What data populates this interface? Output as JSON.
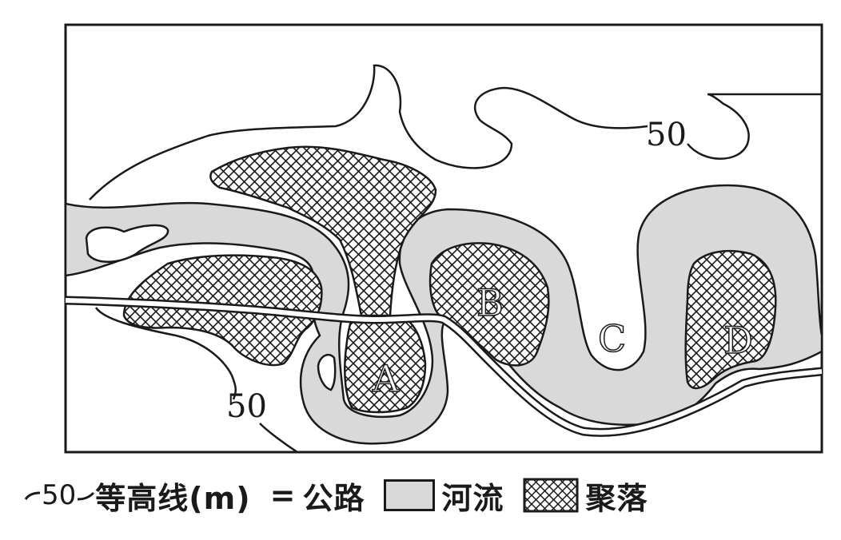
{
  "map": {
    "contour_labels": [
      "50",
      "50"
    ],
    "place_labels": [
      "A",
      "B",
      "C",
      "D"
    ]
  },
  "legend": {
    "contour_value": "50",
    "contour_label": "等高线(m)",
    "road_symbol": "=",
    "road_label": "公路",
    "river_label": "河流",
    "settlement_label": "聚落"
  },
  "colors": {
    "river_fill": "#d9d9d9",
    "line": "#1a1a1a",
    "background": "#ffffff"
  }
}
